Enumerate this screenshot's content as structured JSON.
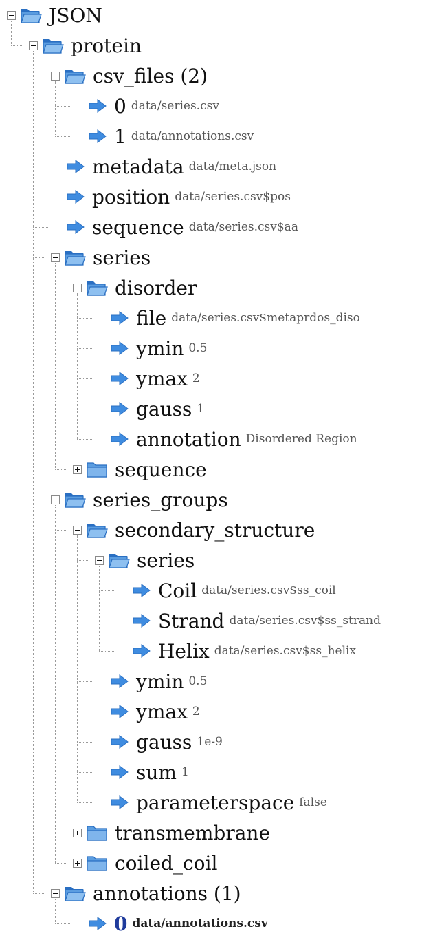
{
  "tree": [
    {
      "key": "JSON",
      "depth": 0,
      "type": "folder",
      "expanded": true
    },
    {
      "key": "protein",
      "depth": 1,
      "type": "folder",
      "expanded": true
    },
    {
      "key": "csv_files (2)",
      "depth": 2,
      "type": "folder",
      "expanded": true
    },
    {
      "key": "0",
      "value": "data/series.csv",
      "depth": 3,
      "type": "leaf",
      "last": false
    },
    {
      "key": "1",
      "value": "data/annotations.csv",
      "depth": 3,
      "type": "leaf",
      "last": true
    },
    {
      "key": "metadata",
      "value": "data/meta.json",
      "depth": 2,
      "type": "leaf"
    },
    {
      "key": "position",
      "value": "data/series.csv$pos",
      "depth": 2,
      "type": "leaf"
    },
    {
      "key": "sequence",
      "value": "data/series.csv$aa",
      "depth": 2,
      "type": "leaf"
    },
    {
      "key": "series",
      "depth": 2,
      "type": "folder",
      "expanded": true
    },
    {
      "key": "disorder",
      "depth": 3,
      "type": "folder",
      "expanded": true
    },
    {
      "key": "file",
      "value": "data/series.csv$metaprdos_diso",
      "depth": 4,
      "type": "leaf"
    },
    {
      "key": "ymin",
      "value": "0.5",
      "depth": 4,
      "type": "leaf"
    },
    {
      "key": "ymax",
      "value": "2",
      "depth": 4,
      "type": "leaf"
    },
    {
      "key": "gauss",
      "value": "1",
      "depth": 4,
      "type": "leaf"
    },
    {
      "key": "annotation",
      "value": "Disordered Region",
      "depth": 4,
      "type": "leaf",
      "last": true
    },
    {
      "key": "sequence",
      "depth": 3,
      "type": "folder",
      "expanded": false
    },
    {
      "key": "series_groups",
      "depth": 2,
      "type": "folder",
      "expanded": true
    },
    {
      "key": "secondary_structure",
      "depth": 3,
      "type": "folder",
      "expanded": true
    },
    {
      "key": "series",
      "depth": 4,
      "type": "folder",
      "expanded": true
    },
    {
      "key": "Coil",
      "value": "data/series.csv$ss_coil",
      "depth": 5,
      "type": "leaf"
    },
    {
      "key": "Strand",
      "value": "data/series.csv$ss_strand",
      "depth": 5,
      "type": "leaf"
    },
    {
      "key": "Helix",
      "value": "data/series.csv$ss_helix",
      "depth": 5,
      "type": "leaf",
      "last": true
    },
    {
      "key": "ymin",
      "value": "0.5",
      "depth": 4,
      "type": "leaf"
    },
    {
      "key": "ymax",
      "value": "2",
      "depth": 4,
      "type": "leaf"
    },
    {
      "key": "gauss",
      "value": "1e-9",
      "depth": 4,
      "type": "leaf"
    },
    {
      "key": "sum",
      "value": "1",
      "depth": 4,
      "type": "leaf"
    },
    {
      "key": "parameterspace",
      "value": "false",
      "depth": 4,
      "type": "leaf",
      "last": true
    },
    {
      "key": "transmembrane",
      "depth": 3,
      "type": "folder",
      "expanded": false
    },
    {
      "key": "coiled_coil",
      "depth": 3,
      "type": "folder",
      "expanded": false
    },
    {
      "key": "annotations (1)",
      "depth": 2,
      "type": "folder",
      "expanded": true
    },
    {
      "key": "0",
      "value": "data/annotations.csv",
      "depth": 3,
      "type": "leaf",
      "last": true,
      "selected": true
    }
  ],
  "colors": {
    "folder_fill": "#5b9de0",
    "folder_dark": "#2a6fc2",
    "arrow": "#3f8ce0",
    "selected_key": "#1f3b9c"
  }
}
